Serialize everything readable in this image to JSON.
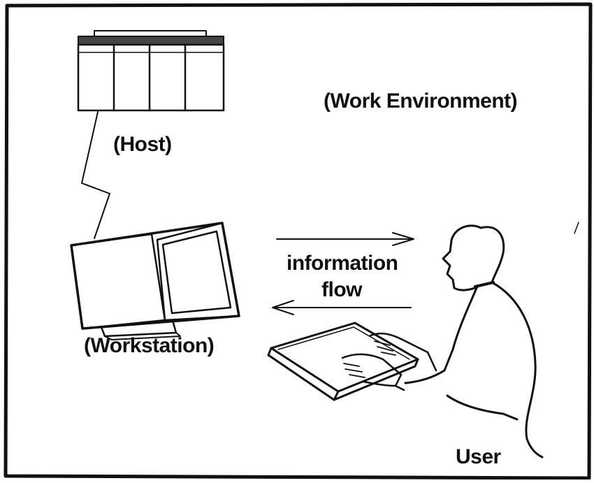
{
  "labels": {
    "work_environment": "(Work Environment)",
    "host": "(Host)",
    "workstation": "(Workstation)",
    "information": "information",
    "flow": "flow",
    "user": "User"
  },
  "colors": {
    "ink": "#111111",
    "background": "#ffffff"
  },
  "icons": [
    "host-server-icon",
    "lightning-link-icon",
    "workstation-monitor-icon",
    "keyboard-icon",
    "user-silhouette-icon",
    "arrow-right-icon",
    "arrow-left-icon"
  ]
}
